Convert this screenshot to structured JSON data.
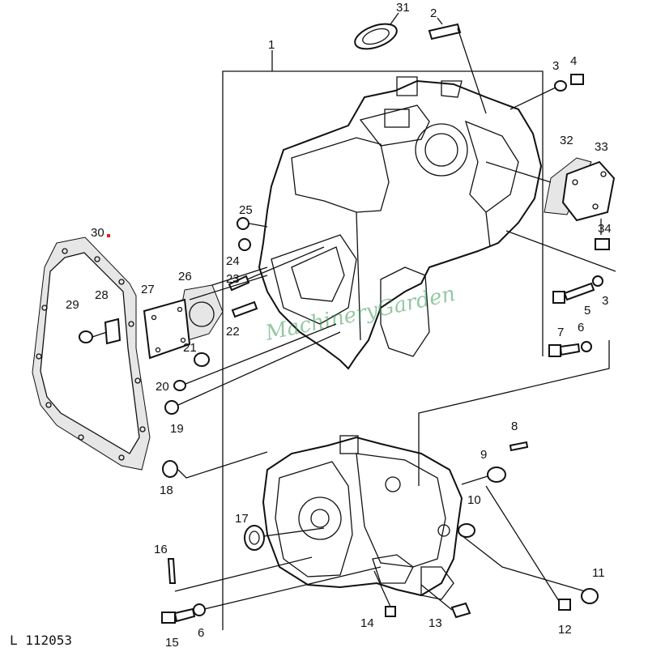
{
  "drawing": {
    "reference": "L 112053",
    "watermark": "MachineryGarden",
    "marker_color": "#d9241b"
  },
  "callouts": [
    {
      "id": "c1",
      "text": "1"
    },
    {
      "id": "c2",
      "text": "2"
    },
    {
      "id": "c3a",
      "text": "3"
    },
    {
      "id": "c3b",
      "text": "3"
    },
    {
      "id": "c4",
      "text": "4"
    },
    {
      "id": "c5",
      "text": "5"
    },
    {
      "id": "c6a",
      "text": "6"
    },
    {
      "id": "c6b",
      "text": "6"
    },
    {
      "id": "c7",
      "text": "7"
    },
    {
      "id": "c8",
      "text": "8"
    },
    {
      "id": "c9",
      "text": "9"
    },
    {
      "id": "c10",
      "text": "10"
    },
    {
      "id": "c11",
      "text": "11"
    },
    {
      "id": "c12",
      "text": "12"
    },
    {
      "id": "c13",
      "text": "13"
    },
    {
      "id": "c14",
      "text": "14"
    },
    {
      "id": "c15",
      "text": "15"
    },
    {
      "id": "c16",
      "text": "16"
    },
    {
      "id": "c17",
      "text": "17"
    },
    {
      "id": "c18",
      "text": "18"
    },
    {
      "id": "c19",
      "text": "19"
    },
    {
      "id": "c20",
      "text": "20"
    },
    {
      "id": "c21",
      "text": "21"
    },
    {
      "id": "c22",
      "text": "22"
    },
    {
      "id": "c23",
      "text": "23"
    },
    {
      "id": "c24",
      "text": "24"
    },
    {
      "id": "c25",
      "text": "25"
    },
    {
      "id": "c26",
      "text": "26"
    },
    {
      "id": "c27",
      "text": "27"
    },
    {
      "id": "c28",
      "text": "28"
    },
    {
      "id": "c29",
      "text": "29"
    },
    {
      "id": "c30",
      "text": "30"
    },
    {
      "id": "c31",
      "text": "31"
    },
    {
      "id": "c32",
      "text": "32"
    },
    {
      "id": "c33",
      "text": "33"
    },
    {
      "id": "c34",
      "text": "34"
    }
  ]
}
